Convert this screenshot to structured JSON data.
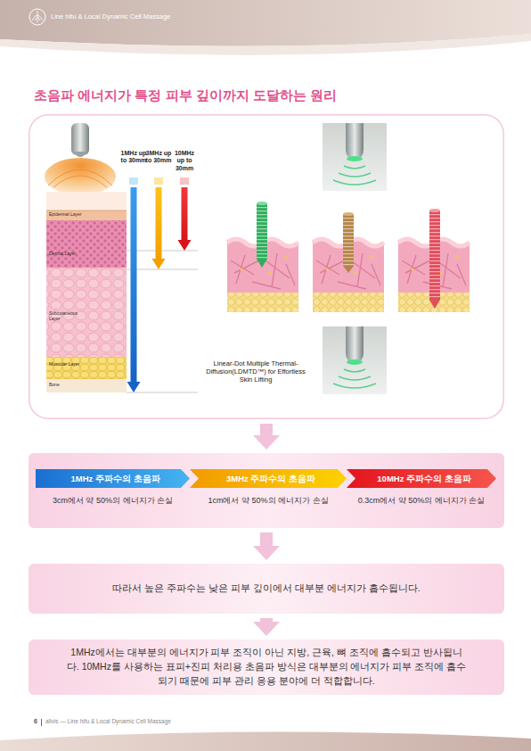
{
  "diagram": {
    "title": "초음파 에너지가 특정 피부 깊이까지 도달하는 원리",
    "nodes": [
      {
        "text": [
          "1MHz up to 30mm",
          "3MHz up to 30mm",
          "10MHz up to 30mm",
          "Epidermal Layer",
          "Dermal Layer",
          "Subcutaneous Layer",
          "Muscular Layer",
          "Bone",
          "Linear-Dot Multiple Thermal-Diffusion(LDMTD™) for Effortless Skin Lifting"
        ]
      },
      {
        "text": [
          "3cm에서 약 50%의 에너지가 손실",
          "1cm에서 약 50%의 에너지가 손실",
          "0.3cm에서 약 50%의 에너지가 손실"
        ]
      },
      {
        "text": [
          "1MHz 주파수의 초음파"
        ],
        "in": 1
      },
      {
        "text": [
          "3MHz 주파수의 초음파"
        ],
        "in": 1
      },
      {
        "text": [
          "10MHz 주파수의 초음파"
        ],
        "in": 1
      },
      {
        "text": [
          "따라서 높은 주파수는 낮은 피부 깊이에서 대부분 에너지가 흡수됩니다."
        ]
      },
      {
        "text": [
          "1MHz에서는 대부분의 에너지가 피부 조직이 아닌 지방, 근육, 뼈 조직에 흡수되고 반사됩니다. 10MHz를 사용하는 표피+진피 처리용 초음파 방식은 대부분의 에너지가 피부 조직에 흡수되기 때문에 피부 관리 응용 분야에 더 적합합니다."
        ]
      }
    ],
    "edges": [
      {
        "from": 0,
        "to": 1,
        "arrow": "to"
      },
      {
        "from": 1,
        "to": 5,
        "arrow": "to"
      },
      {
        "from": 5,
        "to": 6,
        "arrow": "to"
      }
    ],
    "labels": [
      "Line hifu & Local Dynamic Cell Massage",
      "6",
      "allvis — Line hifu & Local Dynamic Cell Massage"
    ]
  }
}
